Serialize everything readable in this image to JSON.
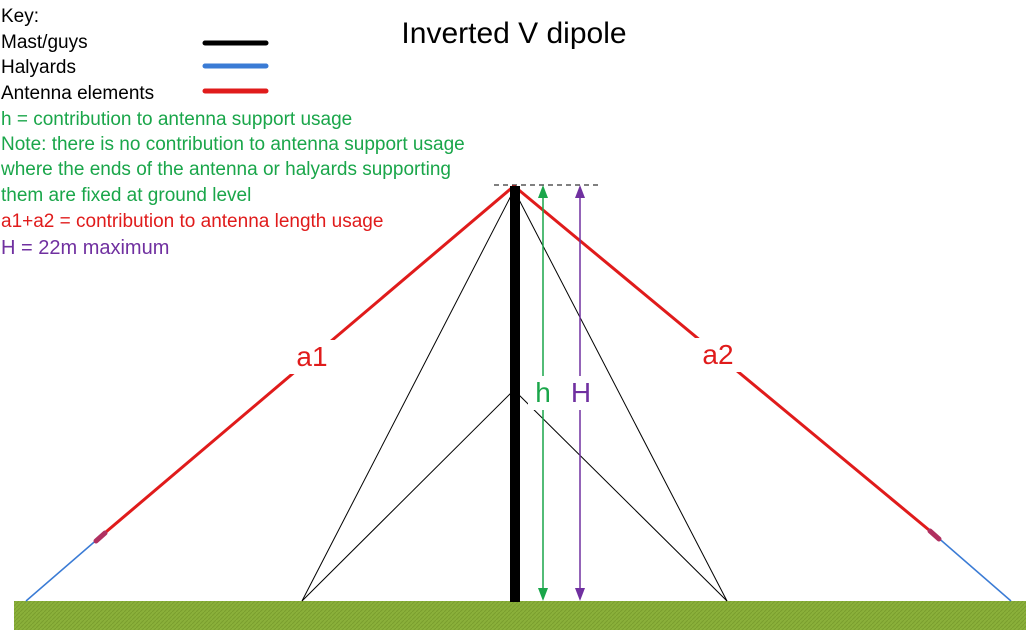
{
  "title": "Inverted V dipole",
  "key": {
    "heading": "Key:",
    "items": [
      {
        "label": "Mast/guys",
        "color": "#000000"
      },
      {
        "label": "Halyards",
        "color": "#3a7bd5"
      },
      {
        "label": "Antenna elements",
        "color": "#e01b1b"
      }
    ]
  },
  "notes": [
    {
      "text": "h = contribution to antenna support usage",
      "color": "#1aa64a"
    },
    {
      "text": "Note: there is no contribution to antenna support usage",
      "color": "#1aa64a"
    },
    {
      "text": "where the ends of the antenna or halyards supporting",
      "color": "#1aa64a"
    },
    {
      "text": "them are fixed at ground level",
      "color": "#1aa64a"
    },
    {
      "text": "a1+a2 = contribution to antenna length usage",
      "color": "#e01b1b"
    },
    {
      "text": "H = 22m maximum",
      "color": "#7030a0"
    }
  ],
  "labels": {
    "a1": "a1",
    "a2": "a2",
    "h": "h",
    "H": "H"
  },
  "colors": {
    "mast": "#000000",
    "halyard": "#3a7bd5",
    "antenna": "#e01b1b",
    "h_arrow": "#1aa64a",
    "H_arrow": "#7030a0",
    "ground": "#8ab03a",
    "insulator": "#b03060"
  }
}
